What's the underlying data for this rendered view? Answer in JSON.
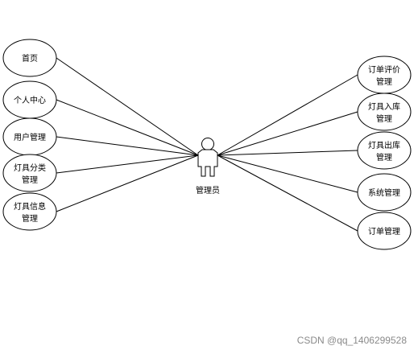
{
  "actor": {
    "label": "管理员"
  },
  "left_use_cases": [
    {
      "lines": [
        "首页"
      ]
    },
    {
      "lines": [
        "个人中心"
      ]
    },
    {
      "lines": [
        "用户管理"
      ]
    },
    {
      "lines": [
        "灯具分类",
        "管理"
      ]
    },
    {
      "lines": [
        "灯具信息",
        "管理"
      ]
    }
  ],
  "right_use_cases": [
    {
      "lines": [
        "订单评价",
        "管理"
      ]
    },
    {
      "lines": [
        "灯具入库",
        "管理"
      ]
    },
    {
      "lines": [
        "灯具出库",
        "管理"
      ]
    },
    {
      "lines": [
        "系统管理"
      ]
    },
    {
      "lines": [
        "订单管理"
      ]
    }
  ],
  "watermark": "CSDN @qq_1406299528"
}
